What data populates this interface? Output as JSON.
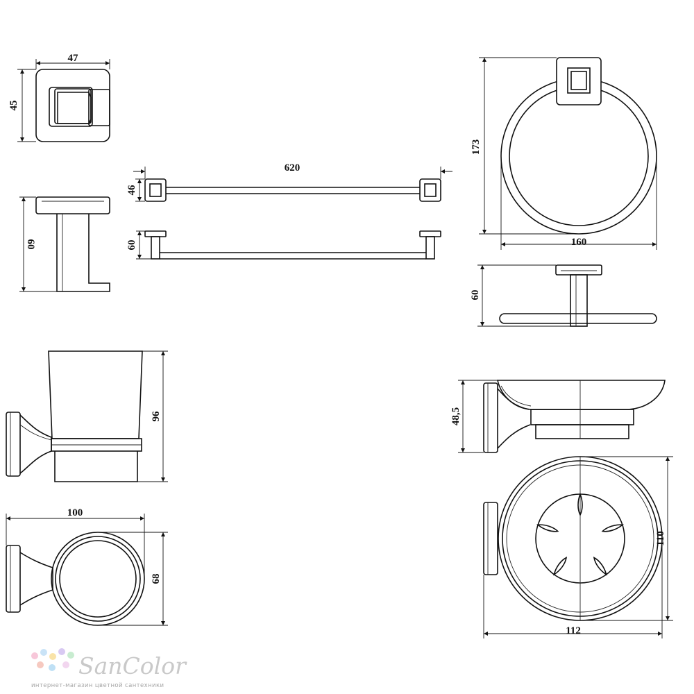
{
  "dimensions": {
    "hook_width": "47",
    "hook_height": "45",
    "hook_depth": "60",
    "bar_length": "620",
    "bar_height": "46",
    "bar_depth": "60",
    "ring_height": "173",
    "ring_width": "160",
    "ring_depth": "60",
    "tumbler_height": "96",
    "tumbler_width": "100",
    "tumbler_depth": "68",
    "soap_height": "48,5",
    "soap_width": "112",
    "soap_depth": "110"
  },
  "logo": {
    "name": "SanColor",
    "tagline": "интернет-магазин цветной сантехники",
    "dot_colors": [
      "#f7c7d9",
      "#c9e3f7",
      "#f9e3a8",
      "#d8c9f2",
      "#c8ecd0",
      "#f6c9c0",
      "#bfe0f5",
      "#f2d6ef"
    ]
  }
}
